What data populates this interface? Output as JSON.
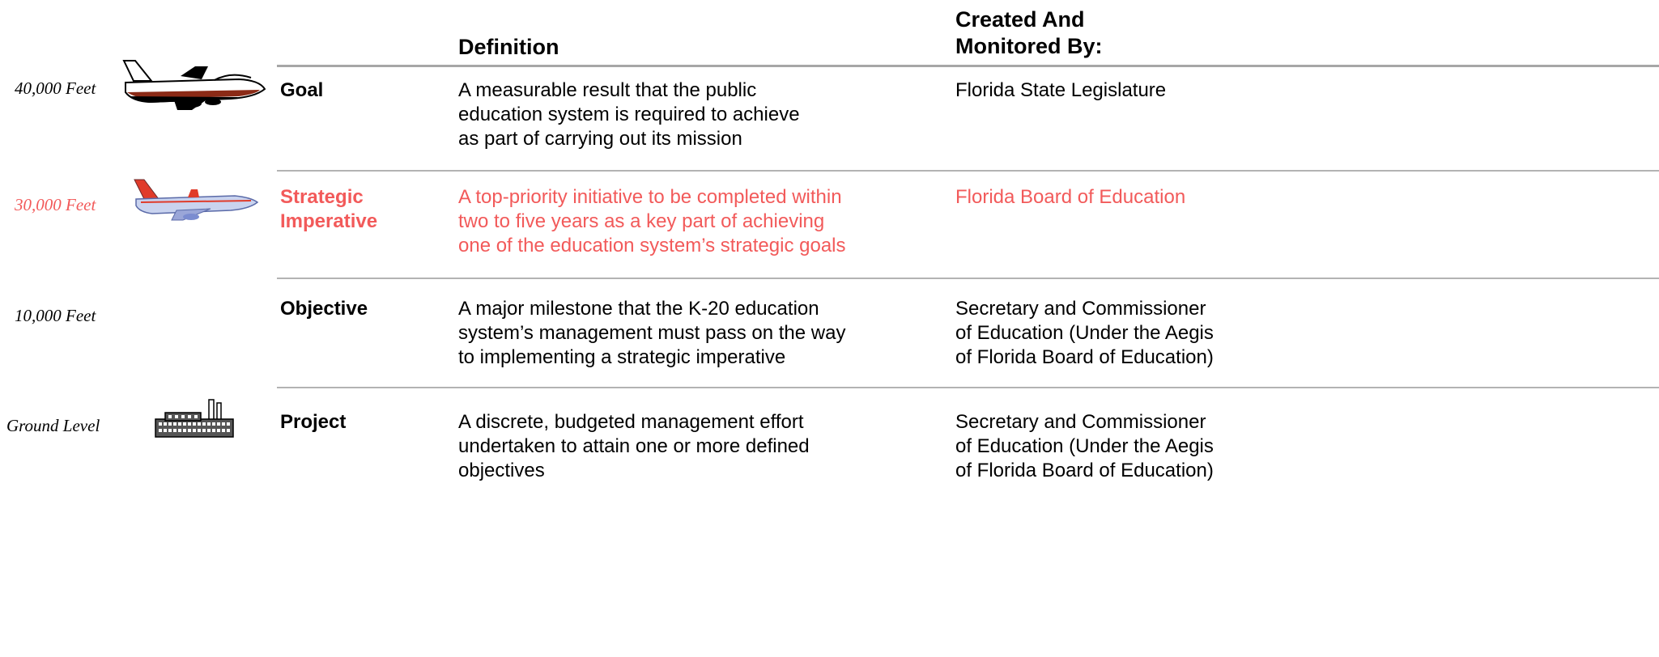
{
  "header": {
    "definition": "Definition",
    "created_by": "Created And\nMonitored By:"
  },
  "rows": [
    {
      "altitude": "40,000 Feet",
      "term": "Goal",
      "definition": "A measurable result that the public\neducation system is required to achieve\nas part of carrying out its mission",
      "created_by": "Florida State Legislature",
      "icon": "jumbo-jet-icon"
    },
    {
      "altitude": "30,000 Feet",
      "term": "Strategic\nImperative",
      "definition": "A top-priority initiative to be completed within\ntwo to five years as a key part of achieving\none of the education system’s strategic goals",
      "created_by": "Florida Board of Education",
      "icon": "airliner-icon",
      "highlight_color": "#f25a5a"
    },
    {
      "altitude": "10,000 Feet",
      "term": "Objective",
      "definition": "A major milestone that the K-20 education\nsystem’s management must pass on the way\nto implementing a strategic imperative",
      "created_by": "Secretary and Commissioner\nof Education (Under the Aegis\nof Florida Board of Education)"
    },
    {
      "altitude": "Ground Level",
      "term": "Project",
      "definition": "A discrete, budgeted management effort\nundertaken to attain one or more defined\nobjectives",
      "created_by": "Secretary and Commissioner\nof Education (Under the Aegis\nof Florida Board of Education)",
      "icon": "factory-icon"
    }
  ]
}
